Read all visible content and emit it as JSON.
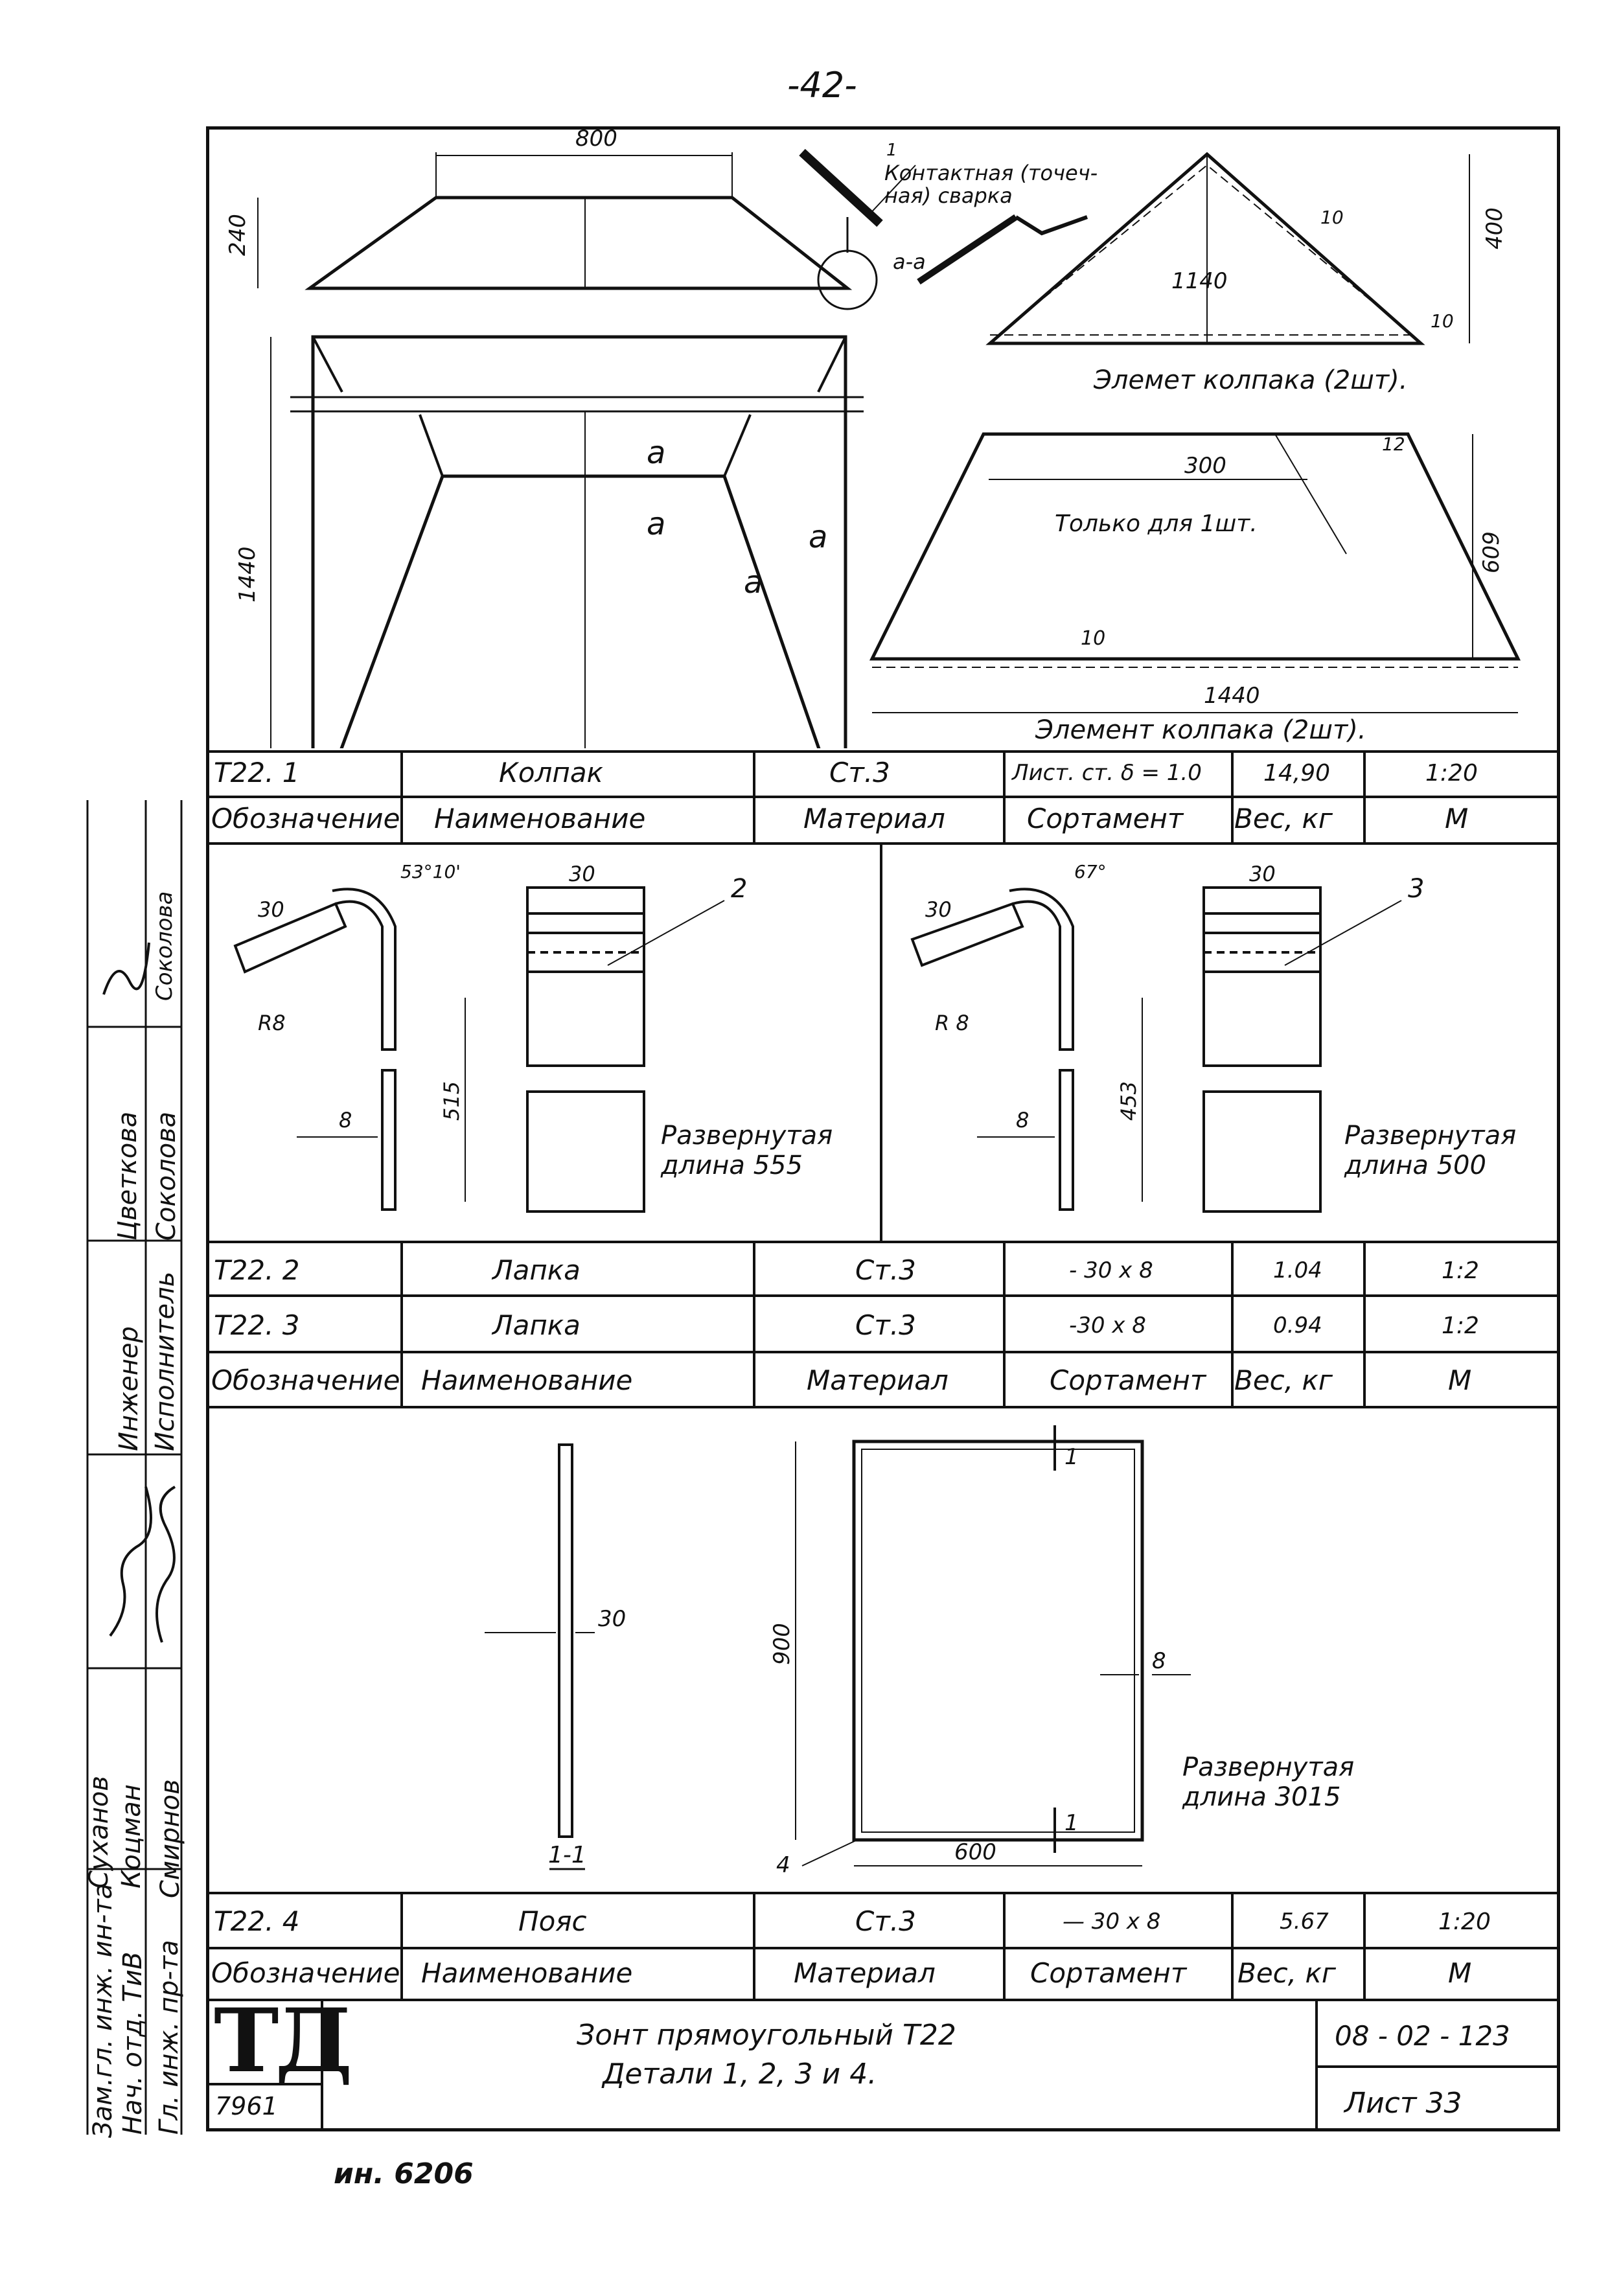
{
  "page_number": "-42-",
  "drawing1": {
    "dims": {
      "top_width": "800",
      "height_left": "240",
      "plan_height": "1440",
      "plan_width": "1440"
    },
    "section_marks": [
      "a",
      "a",
      "a",
      "a"
    ],
    "weld_note": "Контактная (точеч-ная) сварка",
    "section_label": "a-a",
    "weld_thickness": "1",
    "triangle": {
      "base": "1140",
      "height": "400",
      "side_dim": "10",
      "side_dim2": "10",
      "caption": "Элемет колпака (2шт)."
    },
    "trapezoid": {
      "top": "300",
      "note": "Только для 1шт.",
      "height": "609",
      "inner_dim": "10",
      "small_dim": "12",
      "base": "1440",
      "caption": "Элемент колпака (2шт)."
    }
  },
  "table1": {
    "row": [
      "Т22. 1",
      "Колпак",
      "Ст.3",
      "Лист. ст. δ = 1.0",
      "14,90",
      "1:20"
    ],
    "header": [
      "Обозначение",
      "Наименование",
      "Материал",
      "Сортамент",
      "Вес, кг",
      "М"
    ]
  },
  "drawing2": {
    "left": {
      "width": "30",
      "angle": "53°10'",
      "radius": "R8",
      "length": "515",
      "thickness": "8",
      "strip_width": "30",
      "pos": "2",
      "unfold": "Развернутая длина 555"
    },
    "right": {
      "width": "30",
      "angle": "67°",
      "radius": "R 8",
      "length": "453",
      "thickness": "8",
      "strip_width": "30",
      "pos": "3",
      "unfold": "Развернутая длина 500"
    }
  },
  "table2": {
    "rows": [
      [
        "Т22. 2",
        "Лапка",
        "Ст.3",
        "- 30 x 8",
        "1.04",
        "1:2"
      ],
      [
        "Т22. 3",
        "Лапка",
        "Ст.3",
        "-30 x 8",
        "0.94",
        "1:2"
      ]
    ],
    "header": [
      "Обозначение",
      "Наименование",
      "Материал",
      "Сортамент",
      "Вес, кг",
      "М"
    ]
  },
  "drawing3": {
    "strip_width": "30",
    "section": "1-1",
    "frame_height": "900",
    "frame_width": "600",
    "thickness": "8",
    "mark_top": "1",
    "mark_bottom": "1",
    "pos": "4",
    "unfold": "Развернутая длина 3015"
  },
  "table3": {
    "row": [
      "Т22. 4",
      "Пояс",
      "Ст.3",
      "— 30 x 8",
      "5.67",
      "1:20"
    ],
    "header": [
      "Обозначение",
      "Наименование",
      "Материал",
      "Сортамент",
      "Вес, кг",
      "М"
    ]
  },
  "title_block": {
    "logo": "ТД",
    "number": "7961",
    "title_line1": "Зонт прямоугольный Т22",
    "title_line2": "Детали 1, 2, 3 и 4.",
    "code": "08 - 02 - 123",
    "sheet": "Лист 33"
  },
  "side_stamp": {
    "roles": [
      "Зам.гл. инж. ин-та",
      "Нач. отд. ТиВ",
      "Гл. инж. пр-та",
      "Инженер",
      "Исполнитель"
    ],
    "names": [
      "Суханов",
      "Коцман",
      "Смирнов",
      "Цветкова",
      "Соколова",
      "Соколова"
    ]
  },
  "inventory": "ин. 6206"
}
